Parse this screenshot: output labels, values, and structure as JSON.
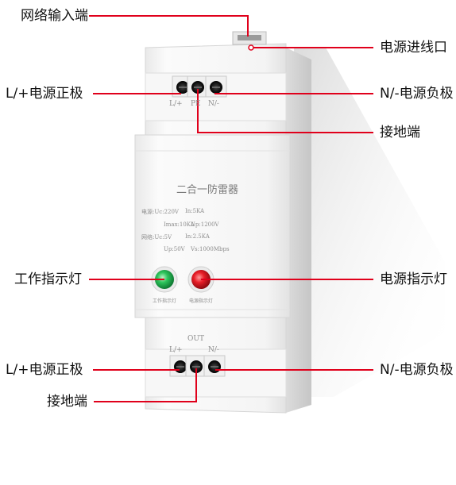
{
  "callouts": {
    "network_input": "网络输入端",
    "power_inlet": "电源进线口",
    "top_l_positive": "L/+电源正极",
    "top_n_negative": "N/-电源负极",
    "top_ground": "接地端",
    "work_indicator": "工作指示灯",
    "power_indicator": "电源指示灯",
    "bottom_l_positive": "L/+电源正极",
    "bottom_n_negative": "N/-电源负极",
    "bottom_ground": "接地端"
  },
  "device": {
    "title": "二合一防雷器",
    "top_l_label": "L/+",
    "top_pe_label": "PE",
    "top_n_label": "N/-",
    "specs": {
      "power_line1_a": "电源:Uc:220V",
      "power_line1_b": "In:5KA",
      "power_line2_a": "Imax:10KA",
      "power_line2_b": "Up:1200V",
      "net_line1_a": "网络:Uc:5V",
      "net_line1_b": "In:2.5KA",
      "net_line2_a": "Up:50V",
      "net_line2_b": "Vs:1000Mbps"
    },
    "green_led_label": "工作指示灯",
    "red_led_label": "电源指示灯",
    "out_label": "OUT",
    "bottom_l_label": "L/+",
    "bottom_n_label": "N/-"
  },
  "colors": {
    "callout_line": "#e0001b",
    "body_white": "#f6f6f6",
    "led_green": "#1fa84a",
    "led_red": "#d8121c"
  }
}
